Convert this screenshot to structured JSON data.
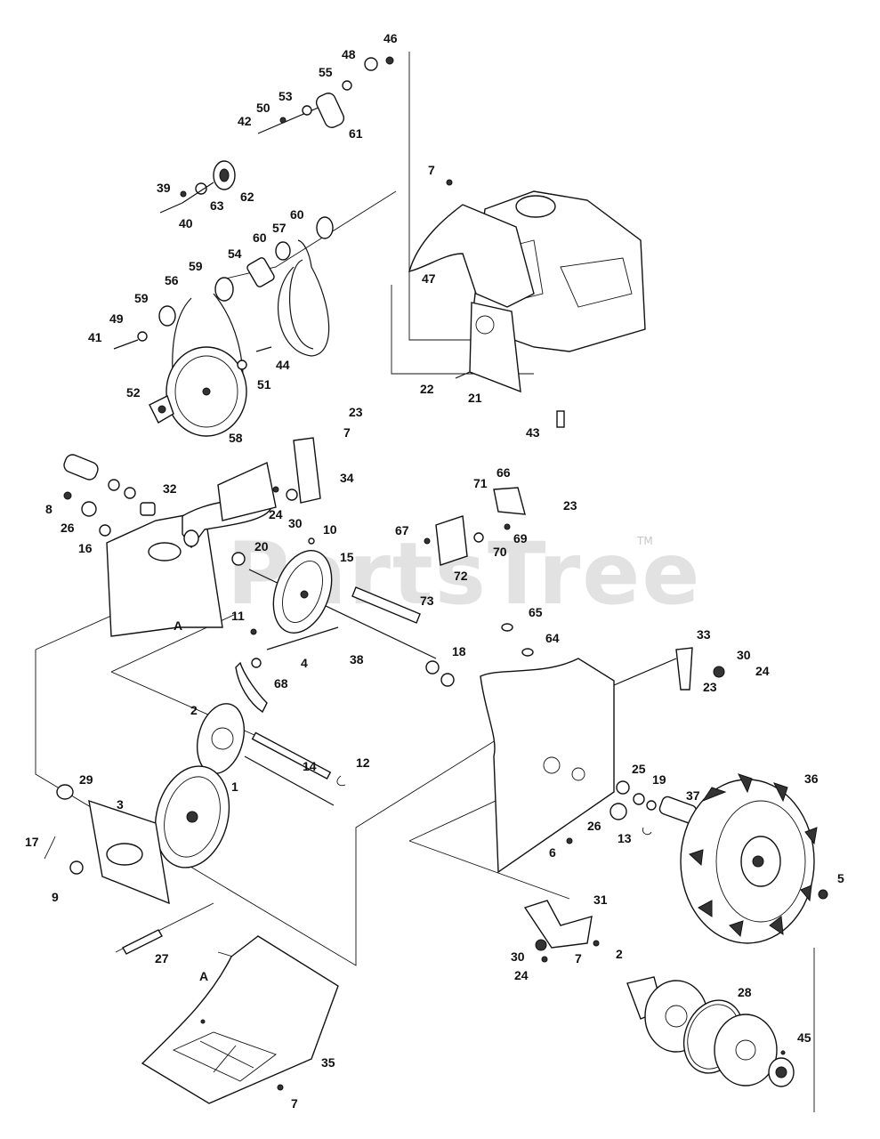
{
  "watermark": {
    "text": "PartsTree",
    "trademark": "TM"
  },
  "callouts": [
    "46",
    "48",
    "55",
    "53",
    "50",
    "42",
    "61",
    "62",
    "63",
    "39",
    "40",
    "7",
    "60",
    "57",
    "60",
    "54",
    "59",
    "56",
    "59",
    "49",
    "41",
    "44",
    "51",
    "52",
    "58",
    "47",
    "22",
    "21",
    "43",
    "23",
    "7",
    "34",
    "32",
    "8",
    "26",
    "16",
    "24",
    "30",
    "10",
    "66",
    "71",
    "23",
    "67",
    "69",
    "70",
    "72",
    "20",
    "15",
    "73",
    "11",
    "65",
    "64",
    "33",
    "30",
    "24",
    "23",
    "18",
    "38",
    "4",
    "68",
    "2",
    "14",
    "12",
    "25",
    "19",
    "37",
    "36",
    "29",
    "3",
    "1",
    "26",
    "13",
    "6",
    "17",
    "9",
    "5",
    "27",
    "31",
    "30",
    "7",
    "2",
    "24",
    "28",
    "45",
    "35",
    "7"
  ],
  "reference_markers": [
    "A",
    "A"
  ]
}
